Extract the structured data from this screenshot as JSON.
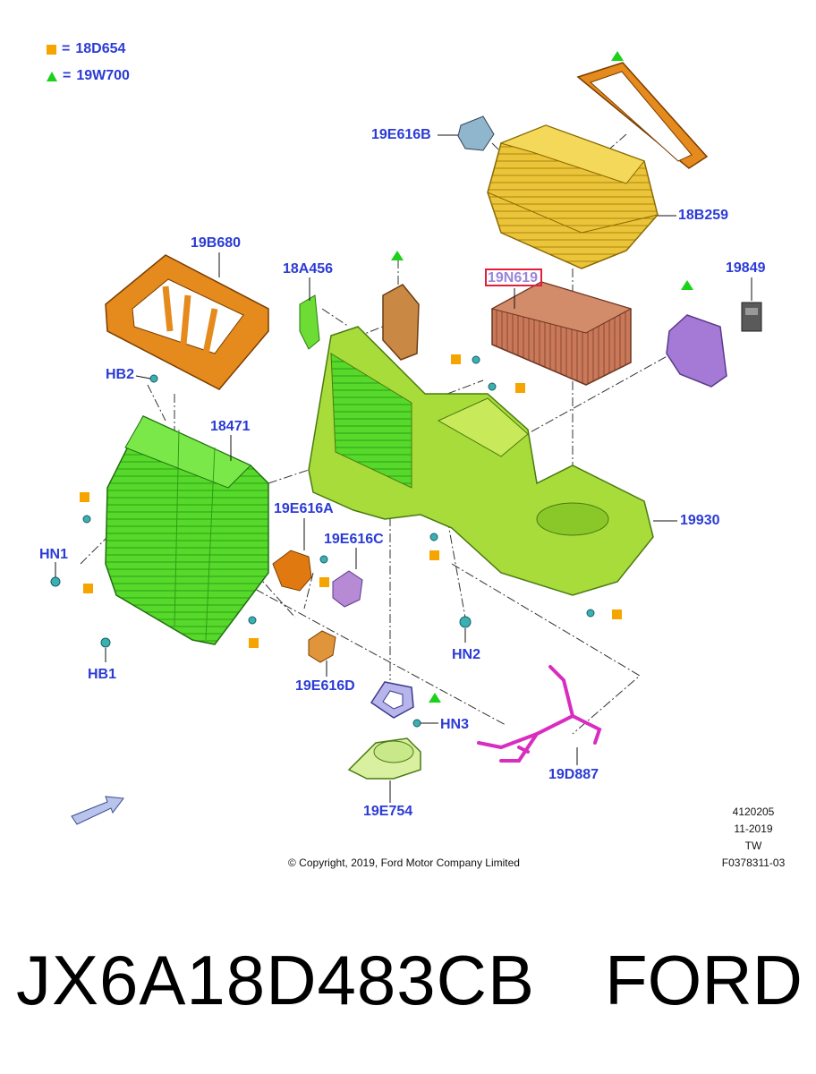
{
  "legend": {
    "square_code": "18D654",
    "triangle_code": "19W700",
    "equals": "="
  },
  "labels": {
    "l19E616B": "19E616B",
    "l18B259": "18B259",
    "l19B680": "19B680",
    "l18A456": "18A456",
    "l19N619": "19N619",
    "l19849": "19849",
    "lHB2": "HB2",
    "l18471": "18471",
    "l19E616A": "19E616A",
    "l19E616C": "19E616C",
    "l19930": "19930",
    "lHN1": "HN1",
    "lHN2": "HN2",
    "lHB1": "HB1",
    "l19E616D": "19E616D",
    "lHN3": "HN3",
    "l19D887": "19D887",
    "l19E754": "19E754"
  },
  "meta": {
    "code": "4120205",
    "date": "11-2019",
    "region": "TW",
    "ref": "F0378311-03"
  },
  "copyright": "© Copyright, 2019, Ford Motor Company Limited",
  "caption": {
    "part_number": "JX6A18D483CB",
    "brand": "FORD"
  },
  "colors": {
    "label_blue": "#2b3bd6",
    "square_marker": "#f5a400",
    "triangle_marker": "#19d219",
    "highlight": "#e0203a",
    "housing_green": "#55e02a",
    "housing_yellow": "#e9c73a",
    "gasket_orange": "#e07a10",
    "filter_brown": "#c97a5a",
    "harness_magenta": "#d92cc0",
    "seal_violet": "#9b6fd0"
  }
}
